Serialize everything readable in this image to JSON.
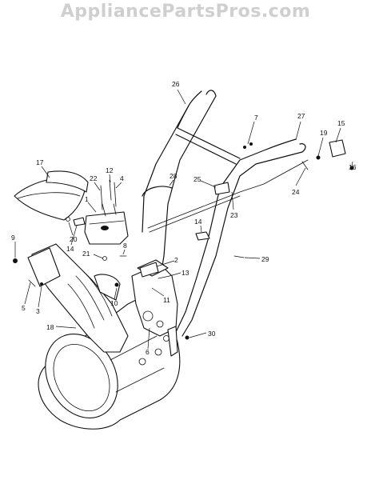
{
  "watermark": "AppliancePartsPros.com",
  "part_labels": [
    {
      "id": "26",
      "text": "26"
    },
    {
      "id": "27",
      "text": "27"
    },
    {
      "id": "7",
      "text": "7"
    },
    {
      "id": "19",
      "text": "19"
    },
    {
      "id": "15",
      "text": "15"
    },
    {
      "id": "16",
      "text": "16"
    },
    {
      "id": "28",
      "text": "28"
    },
    {
      "id": "25",
      "text": "25"
    },
    {
      "id": "24",
      "text": "24"
    },
    {
      "id": "23",
      "text": "23"
    },
    {
      "id": "17",
      "text": "17"
    },
    {
      "id": "12",
      "text": "12"
    },
    {
      "id": "22",
      "text": "22"
    },
    {
      "id": "4",
      "text": "4"
    },
    {
      "id": "1",
      "text": "1"
    },
    {
      "id": "20",
      "text": "20"
    },
    {
      "id": "14a",
      "text": "14"
    },
    {
      "id": "14b",
      "text": "14"
    },
    {
      "id": "9",
      "text": "9"
    },
    {
      "id": "8",
      "text": "8"
    },
    {
      "id": "21",
      "text": "21"
    },
    {
      "id": "29",
      "text": "29"
    },
    {
      "id": "2",
      "text": "2"
    },
    {
      "id": "13",
      "text": "13"
    },
    {
      "id": "5",
      "text": "5"
    },
    {
      "id": "3",
      "text": "3"
    },
    {
      "id": "10",
      "text": "10"
    },
    {
      "id": "11",
      "text": "11"
    },
    {
      "id": "18",
      "text": "18"
    },
    {
      "id": "30",
      "text": "30"
    },
    {
      "id": "6",
      "text": "6"
    }
  ]
}
